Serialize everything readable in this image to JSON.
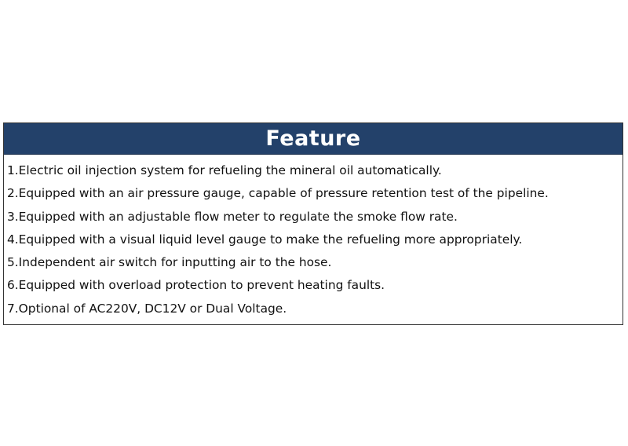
{
  "feature": {
    "title": "Feature",
    "items": [
      "1.Electric oil injection system for refueling the mineral oil automatically.",
      "2.Equipped with an air pressure gauge, capable of pressure retention test of the pipeline.",
      "3.Equipped with an adjustable flow meter to regulate the smoke flow rate.",
      "4.Equipped with a visual liquid level gauge to make the refueling more appropriately.",
      "5.Independent air switch for inputting air to the hose.",
      "6.Equipped with overload protection to prevent heating faults.",
      "7.Optional of AC220V, DC12V or Dual Voltage."
    ]
  },
  "colors": {
    "header_background": "#23416a",
    "header_text": "#ffffff",
    "border": "#333333"
  }
}
